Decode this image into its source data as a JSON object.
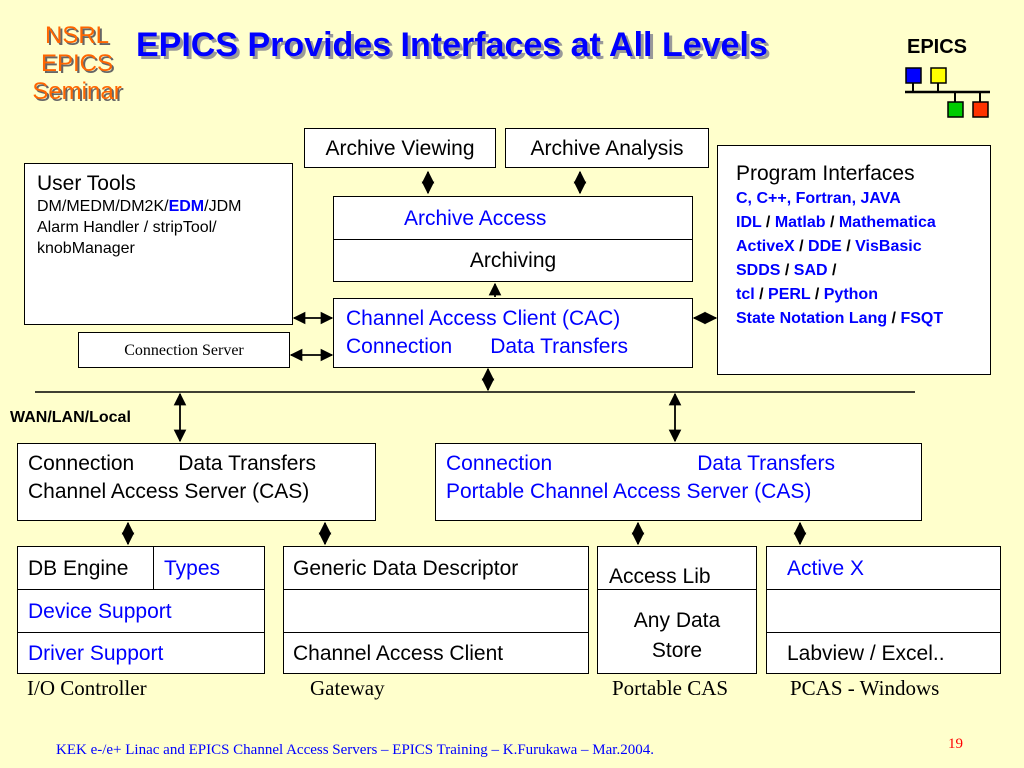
{
  "logo": {
    "line1": "NSRL",
    "line2": "EPICS",
    "line3": "Seminar"
  },
  "title": "EPICS Provides Interfaces at All Levels",
  "epics_logo": {
    "label": "EPICS",
    "colors": [
      "#0000ff",
      "#ffff00",
      "#00cc00",
      "#ff3300"
    ]
  },
  "archive_viewing": "Archive Viewing",
  "archive_analysis": "Archive Analysis",
  "user_tools": {
    "title": "User Tools",
    "line1_pre": "DM/MEDM/DM2K/",
    "line1_em": "EDM",
    "line1_post": "/JDM",
    "line2": "Alarm Handler / stripTool/",
    "line3": "knobManager"
  },
  "archive_access": "Archive Access",
  "archiving": "Archiving",
  "program_interfaces": {
    "title": "Program Interfaces",
    "lines": [
      [
        "C, C++, Fortran, JAVA"
      ],
      [
        "IDL",
        " / ",
        "Matlab",
        " / ",
        "Mathematica"
      ],
      [
        "ActiveX",
        " / ",
        "DDE",
        " / ",
        "VisBasic"
      ],
      [
        "SDDS",
        " / ",
        "SAD",
        " /"
      ],
      [
        "tcl",
        " / ",
        "PERL",
        " / ",
        "Python"
      ],
      [
        "State Notation Lang",
        " / ",
        "FSQT"
      ]
    ]
  },
  "connection_server": "Connection Server",
  "cac": {
    "line1": "Channel Access Client (CAC)",
    "conn": "Connection",
    "data": "Data Transfers"
  },
  "network_label": "WAN/LAN/Local",
  "cas": {
    "conn": "Connection",
    "data": "Data Transfers",
    "line2": "Channel Access Server (CAS)"
  },
  "pcas": {
    "conn": "Connection",
    "data": "Data Transfers",
    "line2": "Portable Channel Access Server (CAS)"
  },
  "ioc": {
    "db_engine": "DB Engine",
    "types": "Types",
    "device_support": "Device Support",
    "driver_support": "Driver Support",
    "caption": "I/O Controller"
  },
  "gateway": {
    "gdd": "Generic Data Descriptor",
    "cac": "Channel Access Client",
    "caption": "Gateway"
  },
  "portable_cas": {
    "access_lib": "Access Lib",
    "any_data_line1": "Any Data",
    "any_data_line2": "Store",
    "caption": "Portable CAS"
  },
  "pcas_windows": {
    "activex": "Active X",
    "labview": "Labview / Excel..",
    "caption": "PCAS - Windows"
  },
  "footer": "KEK e-/e+ Linac and EPICS Channel Access Servers – EPICS Training – K.Furukawa – Mar.2004.",
  "page_number": "19"
}
